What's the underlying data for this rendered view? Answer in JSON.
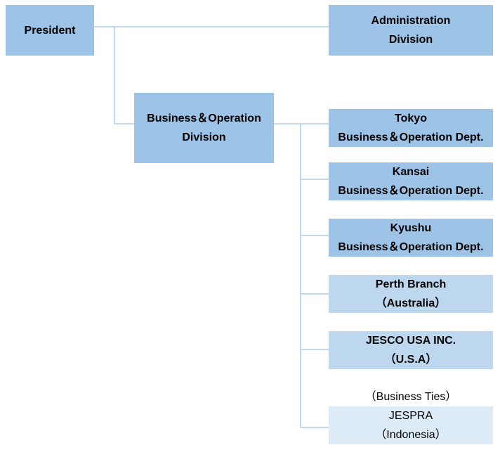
{
  "nodes": {
    "president": {
      "lines": [
        "President"
      ]
    },
    "administration": {
      "lines": [
        "Administration",
        "Division"
      ]
    },
    "business_operation": {
      "lines": [
        "Business＆Operation",
        "Division"
      ]
    },
    "tokyo": {
      "lines": [
        "Tokyo",
        "Business＆Operation Dept."
      ]
    },
    "kansai": {
      "lines": [
        "Kansai",
        "Business＆Operation Dept."
      ]
    },
    "kyushu": {
      "lines": [
        "Kyushu",
        "Business＆Operation Dept."
      ]
    },
    "perth": {
      "lines": [
        "Perth Branch",
        "（Australia）"
      ]
    },
    "jesco_usa": {
      "lines": [
        "JESCO USA INC.",
        "（U.S.A）"
      ]
    },
    "jespra": {
      "lines": [
        "JESPRA",
        "（Indonesia）"
      ]
    }
  },
  "business_ties_label": "（Business Ties）",
  "colors": {
    "primary_box": "#9dc3e6",
    "secondary_box": "#bdd7ee",
    "tertiary_box": "#ddebf7",
    "connector": "#9dc3e6"
  }
}
